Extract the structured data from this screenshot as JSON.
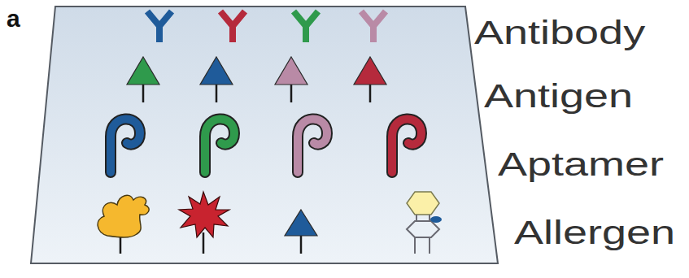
{
  "diagram": {
    "labels": [
      "a",
      "Antibody",
      "Antigen",
      "Aptamer",
      "Allergen"
    ]
  }
}
